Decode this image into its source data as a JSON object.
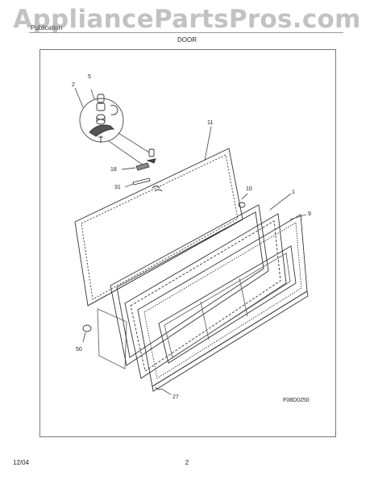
{
  "header": {
    "publication_text": "Publication",
    "watermark": "AppliancePartsPros.com",
    "section_title": "DOOR"
  },
  "diagram": {
    "callouts": [
      {
        "id": "c2",
        "label": "2"
      },
      {
        "id": "c5",
        "label": "5"
      },
      {
        "id": "c11",
        "label": "11"
      },
      {
        "id": "c18",
        "label": "18"
      },
      {
        "id": "c31",
        "label": "31"
      },
      {
        "id": "c10",
        "label": "10"
      },
      {
        "id": "c1",
        "label": "1"
      },
      {
        "id": "c9",
        "label": "9"
      },
      {
        "id": "c50",
        "label": "50"
      },
      {
        "id": "c27",
        "label": "27"
      }
    ],
    "figure_code": "F08D0250"
  },
  "footer": {
    "date": "12/04",
    "page": "2"
  }
}
